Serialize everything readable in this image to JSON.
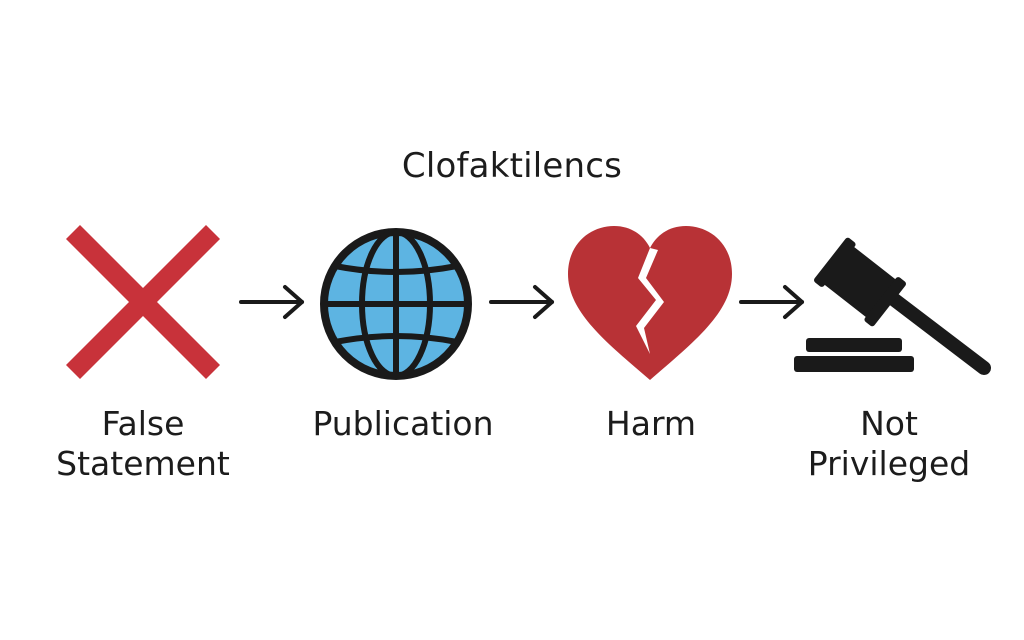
{
  "title": "Clofaktilencs",
  "steps": [
    {
      "icon": "red-x-icon",
      "label_line1": "False",
      "label_line2": "Statement"
    },
    {
      "icon": "globe-icon",
      "label_line1": "Publication",
      "label_line2": ""
    },
    {
      "icon": "broken-heart-icon",
      "label_line1": "Harm",
      "label_line2": ""
    },
    {
      "icon": "gavel-icon",
      "label_line1": "Not",
      "label_line2": "Privileged"
    }
  ],
  "colors": {
    "x_red": "#c8323a",
    "globe_blue": "#5db4e2",
    "heart_red": "#b83236",
    "ink": "#1a1a1a"
  }
}
